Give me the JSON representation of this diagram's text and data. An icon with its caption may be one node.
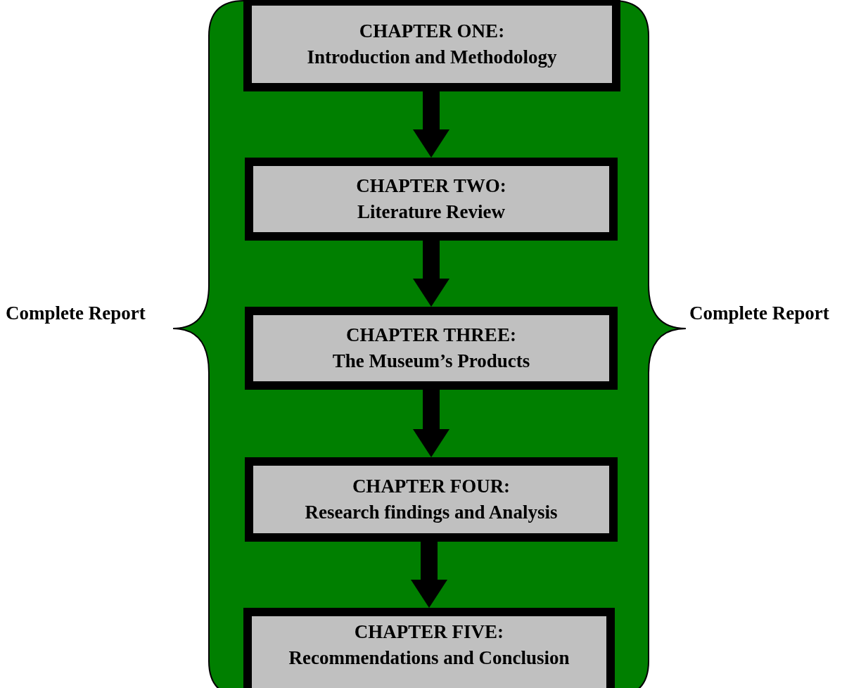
{
  "diagram": {
    "nodes": [
      {
        "text": [],
        "shape": "box",
        "beside": [
          "Complete Report",
          "Complete Report"
        ]
      },
      {
        "text": [
          "CHAPTER ONE:",
          "Introduction and Methodology"
        ],
        "in": 0
      },
      {
        "text": [
          "CHAPTER TWO:",
          "Literature Review"
        ],
        "in": 0
      },
      {
        "text": [
          "CHAPTER THREE:",
          "The Museum’s Products"
        ],
        "in": 0
      },
      {
        "text": [
          "CHAPTER FOUR:",
          "Research findings and Analysis"
        ],
        "in": 0
      },
      {
        "text": [
          "CHAPTER FIVE:",
          "Recommendations and Conclusion"
        ],
        "in": 0
      }
    ],
    "edges": [
      {
        "from": 1,
        "to": 2,
        "arrow": "to"
      },
      {
        "from": 2,
        "to": 3,
        "arrow": "to"
      },
      {
        "from": 3,
        "to": 4,
        "arrow": "to"
      },
      {
        "from": 4,
        "to": 5,
        "arrow": "to"
      }
    ]
  }
}
